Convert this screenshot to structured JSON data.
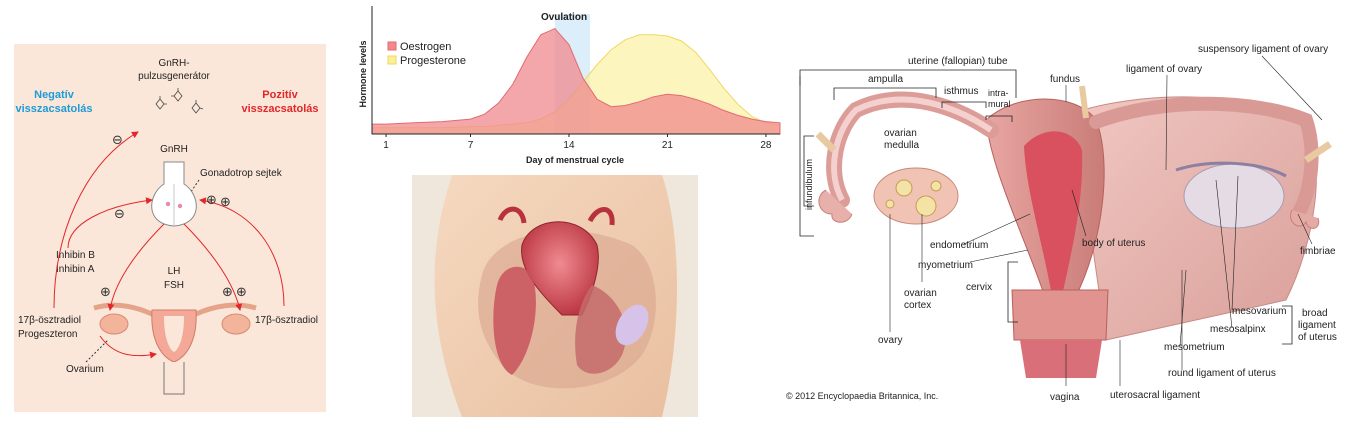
{
  "feedback": {
    "gnrh_generator": [
      "GnRH-",
      "pulzusgenerátor"
    ],
    "negative_feedback": [
      "Negatív",
      "visszacsatolás"
    ],
    "positive_feedback": [
      "Pozitív",
      "visszacsatolás"
    ],
    "gnrh": "GnRH",
    "gonadotrope_cells": "Gonadotrop sejtek",
    "inhibins": [
      "Inhibin B",
      "Inhibin A"
    ],
    "lh": "LH",
    "fsh": "FSH",
    "estradiol_left": [
      "17β-ösztradiol",
      "Progeszteron"
    ],
    "estradiol_right": "17β-ösztradiol",
    "ovarium": "Ovarium",
    "minus_sign": "⊖",
    "plus_sign": "⊕",
    "colors": {
      "background": "#fbe7d9",
      "negative": "#1d9bd7",
      "positive": "#e2262a",
      "arrow": "#e2262a"
    }
  },
  "chart": {
    "title": "Ovulation",
    "ylabel": "Hormone levels",
    "xlabel": "Day of menstrual cycle",
    "x_ticks": [
      "1",
      "7",
      "14",
      "21",
      "28"
    ]
  },
  "chart_data": {
    "type": "area",
    "title": "Ovulation",
    "xlabel": "Day of menstrual cycle",
    "ylabel": "Hormone levels",
    "xlim": [
      0,
      29
    ],
    "ylim": [
      0,
      1
    ],
    "ovulation_band": [
      13,
      15.5
    ],
    "x": [
      0,
      1,
      3,
      5,
      7,
      8,
      9,
      10,
      11,
      12,
      13,
      14,
      15,
      16,
      17,
      18,
      19,
      20,
      21,
      22,
      23,
      24,
      25,
      26,
      27,
      28,
      29
    ],
    "series": [
      {
        "name": "Oestrogen",
        "color": "#f08a8d",
        "values": [
          0.08,
          0.08,
          0.09,
          0.1,
          0.12,
          0.16,
          0.25,
          0.4,
          0.62,
          0.8,
          0.85,
          0.72,
          0.45,
          0.28,
          0.22,
          0.23,
          0.26,
          0.3,
          0.32,
          0.31,
          0.28,
          0.24,
          0.19,
          0.15,
          0.12,
          0.1,
          0.09
        ]
      },
      {
        "name": "Progesterone",
        "color": "#fbef9a",
        "values": [
          0.05,
          0.05,
          0.05,
          0.05,
          0.06,
          0.06,
          0.07,
          0.08,
          0.09,
          0.12,
          0.18,
          0.28,
          0.42,
          0.56,
          0.68,
          0.76,
          0.8,
          0.8,
          0.79,
          0.75,
          0.66,
          0.52,
          0.37,
          0.24,
          0.14,
          0.09,
          0.07
        ]
      }
    ]
  },
  "anatomy": {
    "labels": {
      "uterine_tube": "uterine (fallopian) tube",
      "ampulla": "ampulla",
      "isthmus": "isthmus",
      "intramural": [
        "intra-",
        "mural"
      ],
      "fundus": "fundus",
      "ligament_of_ovary": "ligament of ovary",
      "suspensory_ligament": "suspensory ligament of ovary",
      "infundibulum": "infundibulum",
      "ovarian_medulla": [
        "ovarian",
        "medulla"
      ],
      "endometrium": "endometrium",
      "myometrium": "myometrium",
      "body_of_uterus": "body of uterus",
      "fimbriae": "fimbriae",
      "cervix": "cervix",
      "ovarian_cortex": [
        "ovarian",
        "cortex"
      ],
      "ovary": "ovary",
      "mesovarium": "mesovarium",
      "mesosalpinx": "mesosalpinx",
      "mesometrium": "mesometrium",
      "broad_ligament": [
        "broad",
        "ligament",
        "of uterus"
      ],
      "round_ligament": "round ligament of uterus",
      "vagina": "vagina",
      "uterosacral_ligament": "uterosacral ligament",
      "copyright": "© 2012 Encyclopaedia Britannica, Inc."
    }
  }
}
